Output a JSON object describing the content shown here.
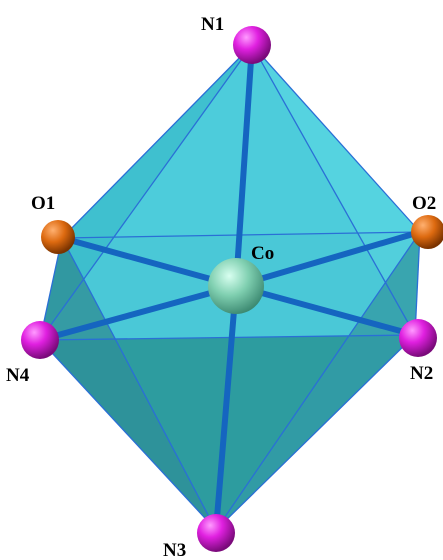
{
  "diagram": {
    "type": "coordination-octahedron",
    "center": {
      "label": "Co",
      "color": "#7fcfb0"
    },
    "ligands": [
      {
        "id": "N1",
        "label": "N1",
        "element": "N",
        "color": "#d21cd2"
      },
      {
        "id": "O1",
        "label": "O1",
        "element": "O",
        "color": "#d9670e"
      },
      {
        "id": "O2",
        "label": "O2",
        "element": "O",
        "color": "#d9670e"
      },
      {
        "id": "N4",
        "label": "N4",
        "element": "N",
        "color": "#d21cd2"
      },
      {
        "id": "N2",
        "label": "N2",
        "element": "N",
        "color": "#d21cd2"
      },
      {
        "id": "N3",
        "label": "N3",
        "element": "N",
        "color": "#d21cd2"
      }
    ],
    "colors": {
      "polyhedron_face": "#2ec4d9",
      "polyhedron_edge": "#2a6fd6",
      "bond": "#1565c0"
    }
  }
}
